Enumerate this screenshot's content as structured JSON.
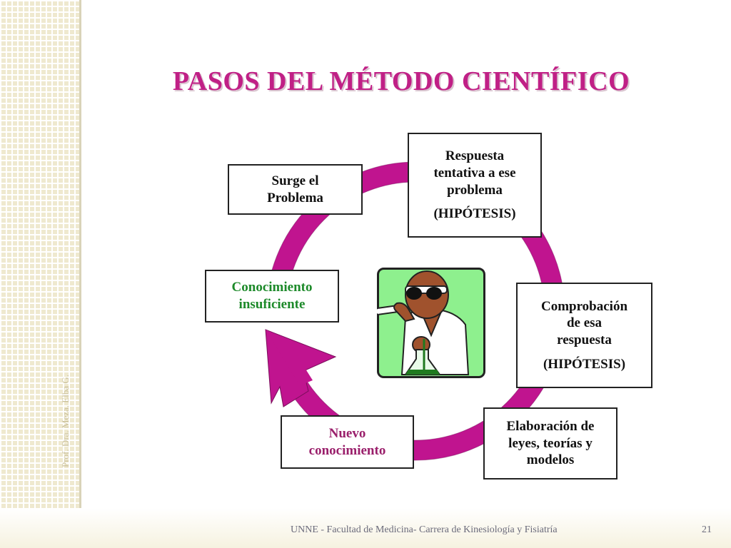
{
  "slide": {
    "title": "PASOS DEL MÉTODO CIENTÍFICO",
    "vertical_credit": "Prof. Dra. Meza. Elba G.",
    "footer": "UNNE - Facultad de Medicina- Carrera de Kinesiología y Fisiatría",
    "page_number": "21"
  },
  "diagram": {
    "steps": [
      {
        "lines": [
          "Surge el",
          "Problema"
        ]
      },
      {
        "lines": [
          "Respuesta",
          "tentativa a ese",
          "problema"
        ],
        "extra": "(HIPÓTESIS)"
      },
      {
        "lines": [
          "Comprobación",
          "de esa",
          "respuesta"
        ],
        "extra": "(HIPÓTESIS)"
      },
      {
        "lines": [
          "Elaboración de",
          "leyes, teorías y",
          "modelos"
        ]
      },
      {
        "lines": [
          "Nuevo",
          "conocimiento"
        ]
      },
      {
        "lines": [
          "Conocimiento",
          "insuficiente"
        ]
      }
    ],
    "colors": {
      "title": "#c02086",
      "cycle_arrow": "#c0148f",
      "green_text": "#1d8a2a",
      "purple_text": "#9a1f6b",
      "scientist_bg": "#8ef08e"
    },
    "icon": "scientist-with-flask-icon"
  }
}
